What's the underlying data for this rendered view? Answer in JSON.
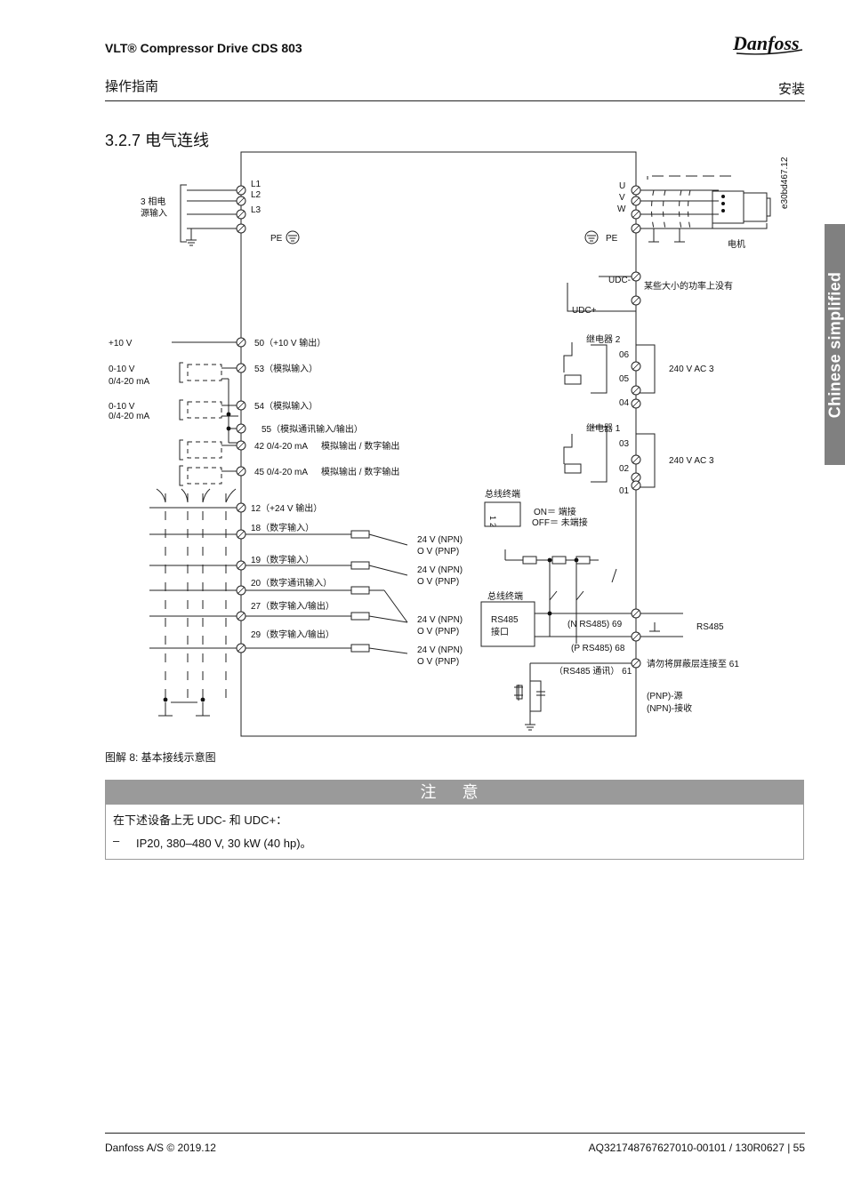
{
  "header": {
    "title": "VLT® Compressor Drive CDS 803",
    "brand": "Danfoss",
    "left": "操作指南",
    "right": "安装"
  },
  "section_title": "3.2.7 电气连线",
  "side_tab": "Chinese simplified",
  "diagram": {
    "doc_id": "e30bd467.12",
    "mains": {
      "label1": "3 相电",
      "label2": "源输入",
      "l1": "L1",
      "l2": "L2",
      "l3": "L3",
      "pe": "PE"
    },
    "motor": {
      "u": "U",
      "v": "V",
      "w": "W",
      "pe": "PE",
      "label": "电机"
    },
    "dc": {
      "udc_minus": "UDC-",
      "udc_plus": "UDC+",
      "note": "某些大小的功率上没有"
    },
    "analog": {
      "plus10": "+10 V",
      "t50": "50（+10 V  输出）",
      "range_v1": "0-10 V",
      "range_ma1": "0/4-20 mA",
      "t53": "53（模拟输入）",
      "range_v2": "0-10 V",
      "range_ma2": "0/4-20 mA",
      "t54": "54（模拟输入）",
      "t55": "55（模拟通讯输入/输出）",
      "t42": "42 0/4-20 mA",
      "t42_desc": "模拟输出 / 数字输出",
      "t45": "45 0/4-20 mA",
      "t45_desc": "模拟输出 / 数字输出"
    },
    "relays": {
      "r2": "继电器 2",
      "r2_06": "06",
      "r2_05": "05",
      "r2_04": "04",
      "r2_rating": "240 V AC 3",
      "r1": "继电器 1",
      "r1_03": "03",
      "r1_02": "02",
      "r1_01": "01",
      "r1_rating": "240 V AC 3"
    },
    "termination": {
      "label": "总线终端",
      "switch_1": "1",
      "switch_2": "2",
      "on": "ON＝ 端接",
      "off": "OFF＝ 未端接",
      "label2": "总线终端"
    },
    "digital": {
      "t12": "12（+24 V  输出）",
      "t18": "18（数字输入）",
      "t19": "19（数字输入）",
      "t20": "20（数字通讯输入）",
      "t27": "27（数字输入/输出）",
      "t29": "29（数字输入/输出）",
      "npn": "24 V (NPN)",
      "pnp": "O V (PNP)"
    },
    "rs485": {
      "box1": "RS485",
      "box2": "接口",
      "n69": "(N RS485)  69",
      "p68": "(P RS485)  68",
      "c61": "（RS485 通讯）  61",
      "bus": "RS485",
      "shield": "请勿将屏蔽层连接至 61",
      "pnp_src": "(PNP)-源",
      "npn_sink": "(NPN)-接收"
    }
  },
  "figure_caption": "图解 8: 基本接线示意图",
  "notice": {
    "title": "注 意",
    "line": "在下述设备上无 UDC- 和 UDC+：",
    "dash": "–",
    "item": "IP20, 380–480 V, 30 kW (40 hp)。"
  },
  "footer": {
    "left": "Danfoss A/S © 2019.12",
    "right": "AQ321748767627010-00101 / 130R0627 | 55"
  }
}
